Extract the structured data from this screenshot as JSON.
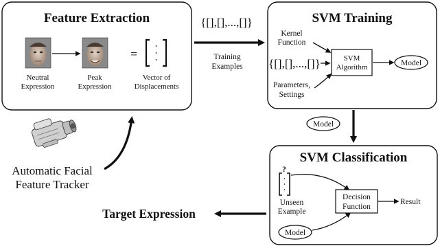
{
  "feature_extraction": {
    "title": "Feature Extraction",
    "neutral_label": [
      "Neutral",
      "Expression"
    ],
    "peak_label": [
      "Peak",
      "Expression"
    ],
    "vector_label": [
      "Vector of",
      "Displacements"
    ],
    "equals": "="
  },
  "training_examples": {
    "set_text": "{[],[],...,[]}",
    "label": [
      "Training",
      "Examples"
    ]
  },
  "svm_training": {
    "title": "SVM Training",
    "kernel_label": [
      "Kernel",
      "Function"
    ],
    "set_text": "{[],[],...,[]}",
    "params_label": [
      "Parameters,",
      "Settings"
    ],
    "algorithm_label": [
      "SVM",
      "Algorithm"
    ],
    "model_label": "Model"
  },
  "model_transfer_label": "Model",
  "svm_classification": {
    "title": "SVM Classification",
    "question_mark": "?",
    "unseen_label": [
      "Unseen",
      "Example"
    ],
    "decision_label": [
      "Decision",
      "Function"
    ],
    "result_label": "Result",
    "model_label": "Model"
  },
  "tracker": {
    "label": [
      "Automatic Facial",
      "Feature Tracker"
    ]
  },
  "target_expression_label": "Target Expression",
  "colors": {
    "stroke": "#111111",
    "face_background": "#8a8a8a",
    "face_skin": "#c9b3a2",
    "camera_body": "#cfcfcf"
  }
}
